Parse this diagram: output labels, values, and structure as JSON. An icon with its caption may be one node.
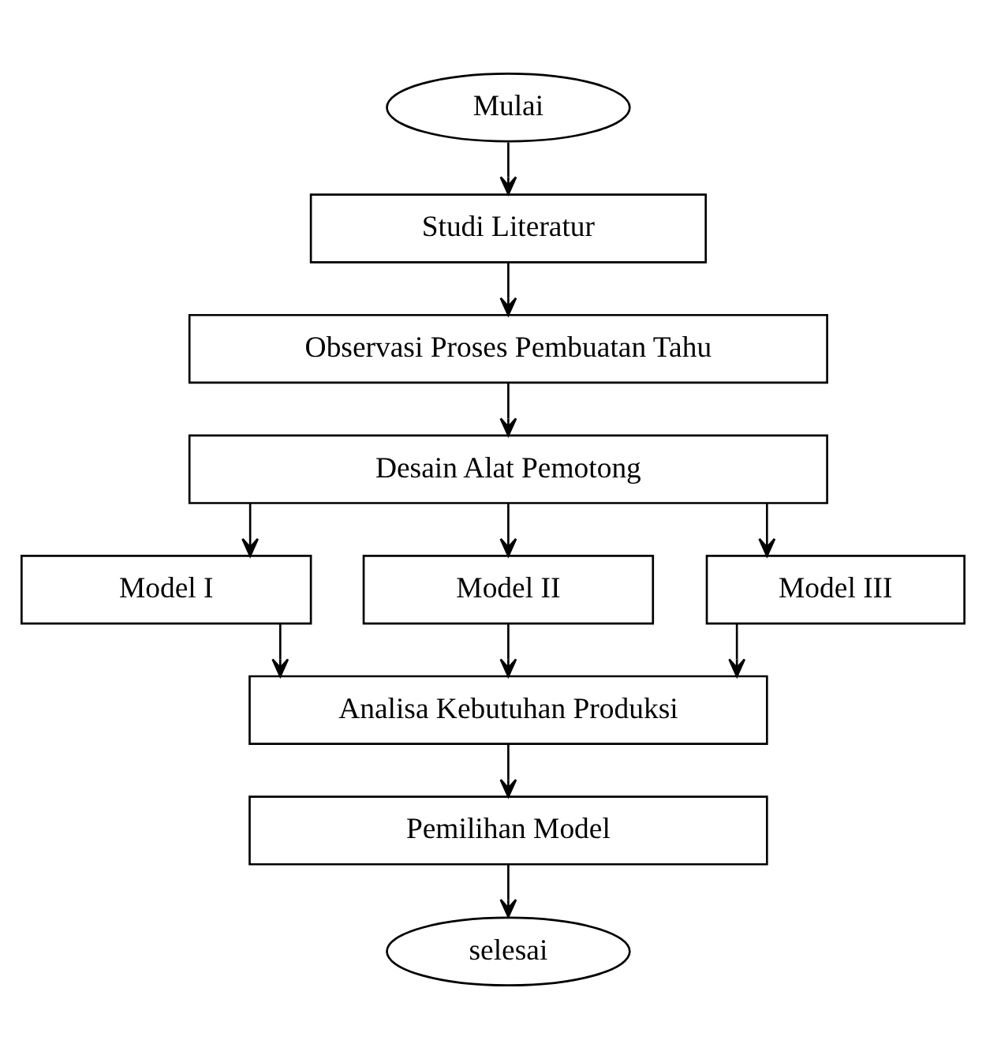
{
  "diagram": {
    "nodes": [
      {
        "text": [
          "Mulai"
        ]
      },
      {
        "text": [
          "Studi Literatur"
        ]
      },
      {
        "text": [
          "Observasi Proses Pembuatan Tahu"
        ]
      },
      {
        "text": [
          "Desain Alat Pemotong"
        ]
      },
      {
        "text": [
          "Model I"
        ]
      },
      {
        "text": [
          "Model II"
        ]
      },
      {
        "text": [
          "Model III"
        ]
      },
      {
        "text": [
          "Analisa Kebutuhan Produksi"
        ]
      },
      {
        "text": [
          "Pemilihan Model"
        ]
      },
      {
        "text": [
          "selesai"
        ]
      }
    ],
    "edges": [
      {
        "from": 0,
        "to": 1,
        "arrow": "to"
      },
      {
        "from": 1,
        "to": 2,
        "arrow": "to"
      },
      {
        "from": 2,
        "to": 3,
        "arrow": "to"
      },
      {
        "from": 3,
        "to": 4,
        "arrow": "to"
      },
      {
        "from": 3,
        "to": 5,
        "arrow": "to"
      },
      {
        "from": 3,
        "to": 6,
        "arrow": "to"
      },
      {
        "from": 4,
        "to": 7,
        "arrow": "to"
      },
      {
        "from": 5,
        "to": 7,
        "arrow": "to"
      },
      {
        "from": 6,
        "to": 7,
        "arrow": "to"
      },
      {
        "from": 7,
        "to": 8,
        "arrow": "to"
      },
      {
        "from": 8,
        "to": 9,
        "arrow": "to"
      }
    ]
  }
}
